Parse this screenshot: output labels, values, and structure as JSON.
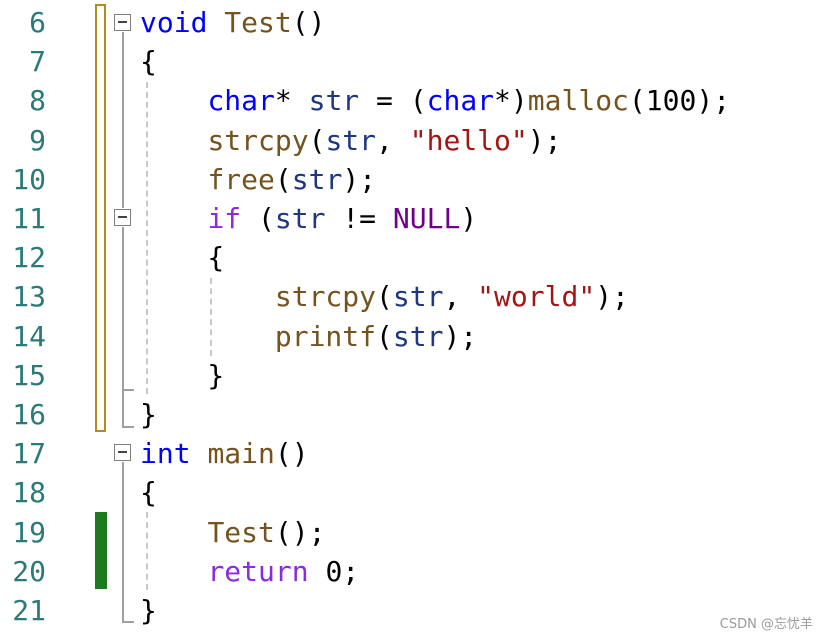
{
  "editor": {
    "lines": [
      {
        "number": "6",
        "tokens": [
          {
            "t": "void",
            "c": "kw"
          },
          {
            "t": " ",
            "c": "op"
          },
          {
            "t": "Test",
            "c": "fn"
          },
          {
            "t": "()",
            "c": "op"
          }
        ]
      },
      {
        "number": "7",
        "tokens": [
          {
            "t": "{",
            "c": "op"
          }
        ]
      },
      {
        "number": "8",
        "tokens": [
          {
            "t": "    ",
            "c": "op"
          },
          {
            "t": "char",
            "c": "kw"
          },
          {
            "t": "* ",
            "c": "op"
          },
          {
            "t": "str",
            "c": "id"
          },
          {
            "t": " = (",
            "c": "op"
          },
          {
            "t": "char",
            "c": "kw"
          },
          {
            "t": "*)",
            "c": "op"
          },
          {
            "t": "malloc",
            "c": "fn"
          },
          {
            "t": "(100);",
            "c": "op"
          }
        ]
      },
      {
        "number": "9",
        "tokens": [
          {
            "t": "    ",
            "c": "op"
          },
          {
            "t": "strcpy",
            "c": "fn"
          },
          {
            "t": "(",
            "c": "op"
          },
          {
            "t": "str",
            "c": "id"
          },
          {
            "t": ", ",
            "c": "op"
          },
          {
            "t": "\"hello\"",
            "c": "str"
          },
          {
            "t": ");",
            "c": "op"
          }
        ]
      },
      {
        "number": "10",
        "tokens": [
          {
            "t": "    ",
            "c": "op"
          },
          {
            "t": "free",
            "c": "fn"
          },
          {
            "t": "(",
            "c": "op"
          },
          {
            "t": "str",
            "c": "id"
          },
          {
            "t": ");",
            "c": "op"
          }
        ]
      },
      {
        "number": "11",
        "tokens": [
          {
            "t": "    ",
            "c": "op"
          },
          {
            "t": "if",
            "c": "kw2"
          },
          {
            "t": " (",
            "c": "op"
          },
          {
            "t": "str",
            "c": "id"
          },
          {
            "t": " != ",
            "c": "op"
          },
          {
            "t": "NULL",
            "c": "null"
          },
          {
            "t": ")",
            "c": "op"
          }
        ]
      },
      {
        "number": "12",
        "tokens": [
          {
            "t": "    {",
            "c": "op"
          }
        ]
      },
      {
        "number": "13",
        "tokens": [
          {
            "t": "        ",
            "c": "op"
          },
          {
            "t": "strcpy",
            "c": "fn"
          },
          {
            "t": "(",
            "c": "op"
          },
          {
            "t": "str",
            "c": "id"
          },
          {
            "t": ", ",
            "c": "op"
          },
          {
            "t": "\"world\"",
            "c": "str"
          },
          {
            "t": ");",
            "c": "op"
          }
        ]
      },
      {
        "number": "14",
        "tokens": [
          {
            "t": "        ",
            "c": "op"
          },
          {
            "t": "printf",
            "c": "fn"
          },
          {
            "t": "(",
            "c": "op"
          },
          {
            "t": "str",
            "c": "id"
          },
          {
            "t": ");",
            "c": "op"
          }
        ]
      },
      {
        "number": "15",
        "tokens": [
          {
            "t": "    }",
            "c": "op"
          }
        ]
      },
      {
        "number": "16",
        "tokens": [
          {
            "t": "}",
            "c": "op"
          }
        ]
      },
      {
        "number": "17",
        "tokens": [
          {
            "t": "int",
            "c": "kw"
          },
          {
            "t": " ",
            "c": "op"
          },
          {
            "t": "main",
            "c": "fn"
          },
          {
            "t": "()",
            "c": "op"
          }
        ]
      },
      {
        "number": "18",
        "tokens": [
          {
            "t": "{",
            "c": "op"
          }
        ]
      },
      {
        "number": "19",
        "tokens": [
          {
            "t": "    ",
            "c": "op"
          },
          {
            "t": "Test",
            "c": "fn"
          },
          {
            "t": "();",
            "c": "op"
          }
        ]
      },
      {
        "number": "20",
        "tokens": [
          {
            "t": "    ",
            "c": "op"
          },
          {
            "t": "return",
            "c": "kw2"
          },
          {
            "t": " 0;",
            "c": "op"
          }
        ]
      },
      {
        "number": "21",
        "tokens": [
          {
            "t": "}",
            "c": "op"
          }
        ]
      }
    ]
  },
  "colors": {
    "keyword": "#0000ff",
    "control_keyword": "#8a2be2",
    "function": "#74531f",
    "identifier": "#1f377f",
    "string": "#a31515",
    "macro": "#6f008a",
    "line_number": "#2b7a78",
    "saved_change_marker": "#b08c1a",
    "unsaved_change_marker": "#1e7a1e"
  },
  "watermark": "CSDN @忘忧羊"
}
